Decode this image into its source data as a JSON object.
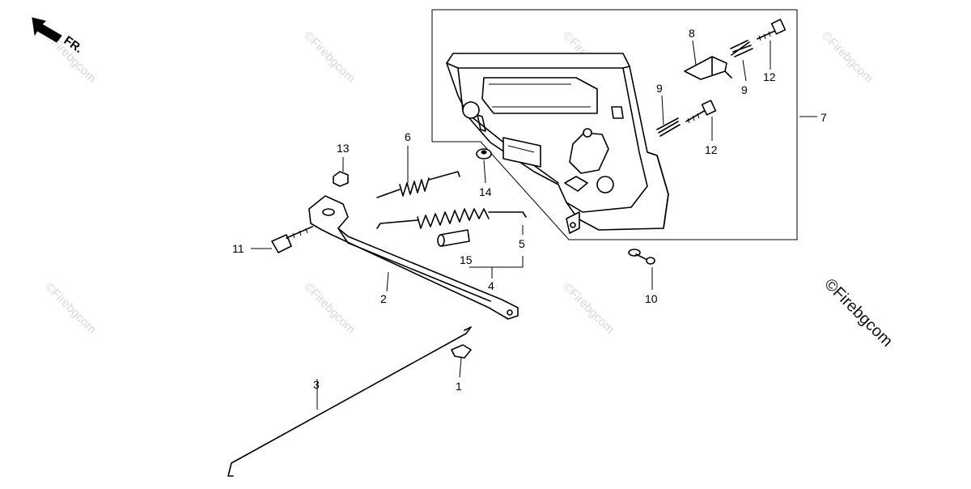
{
  "direction_marker": {
    "label": "FR.",
    "icon": "front-arrow-icon"
  },
  "watermarks": [
    {
      "text": "©Firebgcom"
    },
    {
      "text": "©Firebgcom"
    },
    {
      "text": "©Firebgcom"
    },
    {
      "text": "©Firebgcom"
    },
    {
      "text": "©Firebgcom"
    },
    {
      "text": "©Firebgcom"
    },
    {
      "text": "©Firebgcom"
    }
  ],
  "corner_watermark": "©Firebgcom",
  "callouts": [
    {
      "number": "1"
    },
    {
      "number": "2"
    },
    {
      "number": "3"
    },
    {
      "number": "4"
    },
    {
      "number": "5"
    },
    {
      "number": "6"
    },
    {
      "number": "7"
    },
    {
      "number": "8"
    },
    {
      "number": "9"
    },
    {
      "number": "9"
    },
    {
      "number": "10"
    },
    {
      "number": "11"
    },
    {
      "number": "12"
    },
    {
      "number": "12"
    },
    {
      "number": "13"
    },
    {
      "number": "14"
    },
    {
      "number": "15"
    }
  ]
}
